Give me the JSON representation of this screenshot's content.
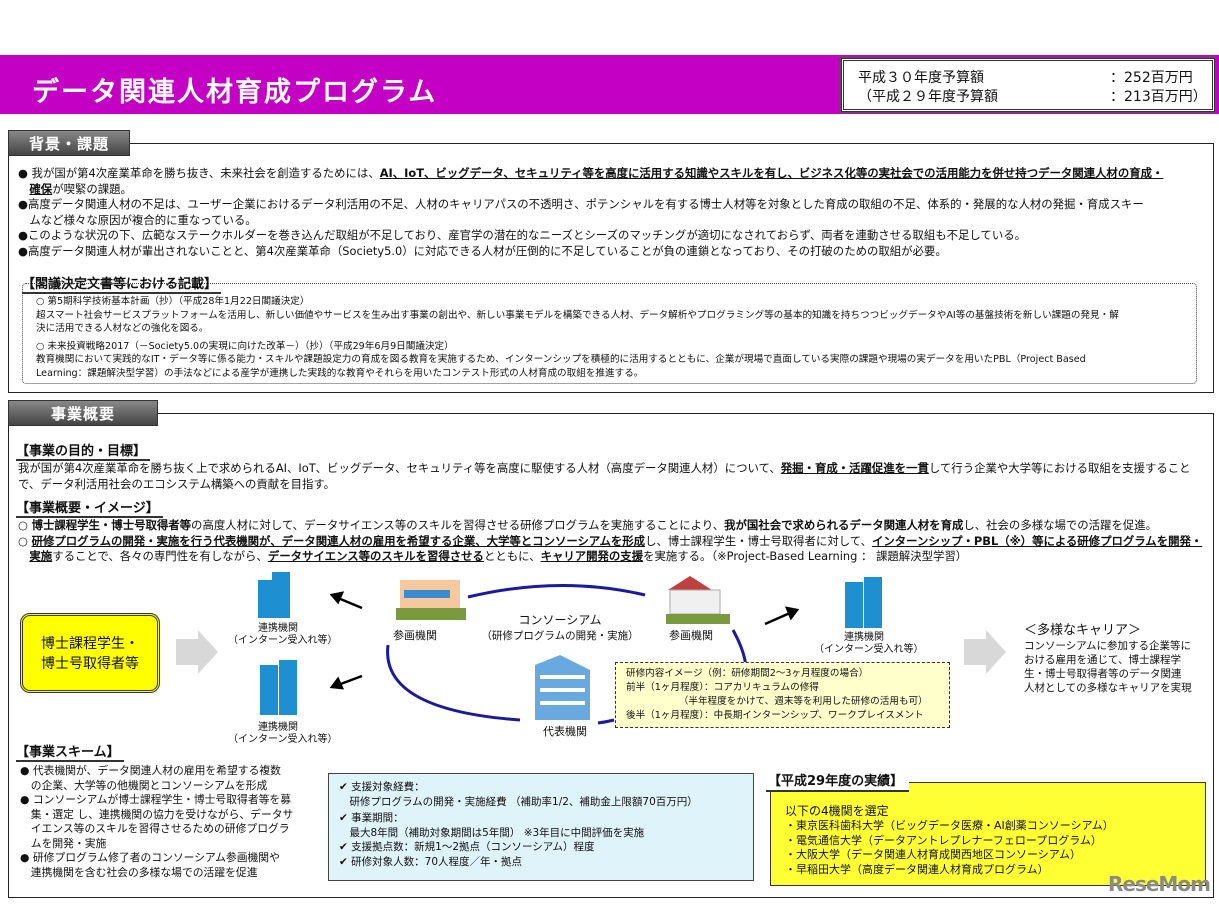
{
  "header": {
    "title": "データ関連人材育成プログラム",
    "budget": [
      {
        "label": "平成３０年度予算額",
        "value": "：252百万円"
      },
      {
        "label": "（平成２９年度予算額",
        "value": "：213百万円）"
      }
    ]
  },
  "background": {
    "tab": "背景・課題",
    "lines": [
      [
        {
          "t": "● 我が国が第4次産業革命を勝ち抜き、未来社会を創造するためには、"
        },
        {
          "t": "AI、IoT、ビッグデータ、セキュリティ等を高度に活用する知識やスキルを有し、ビジネス化等の実社会での活用能力を併せ持つデータ関連人材の育成・",
          "u": true
        }
      ],
      [
        {
          "t": "　"
        },
        {
          "t": "確保",
          "u": true
        },
        {
          "t": "が喫緊の課題。"
        }
      ],
      [
        {
          "t": "●高度データ関連人材の不足は、ユーザー企業におけるデータ利活用の不足、人材のキャリアパスの不透明さ、ポテンシャルを有する博士人材等を対象とした育成の取組の不足、体系的・発展的な人材の発掘・育成スキー"
        }
      ],
      [
        {
          "t": "　ムなど様々な原因が複合的に重なっている。"
        }
      ],
      [
        {
          "t": "●このような状況の下、広範なステークホルダーを巻き込んだ取組が不足しており、産官学の潜在的なニーズとシーズのマッチングが適切になされておらず、両者を連動させる取組も不足している。"
        }
      ],
      [
        {
          "t": "●高度データ関連人材が輩出されないことと、第4次産業革命（Society5.0）に対応できる人材が圧倒的に不足していることが負の連鎖となっており、その打破のための取組が必要。"
        }
      ]
    ],
    "cabinet_heading": "【閣議決定文書等における記載】",
    "cabinet_lines": [
      "○ 第5期科学技術基本計画（抄）（平成28年1月22日閣議決定）",
      "超スマート社会サービスプラットフォームを活用し、新しい価値やサービスを生み出す事業の創出や、新しい事業モデルを構築できる人材、データ解析やプログラミング等の基本的知識を持ちつつビッグデータやAI等の基盤技術を新しい課題の発見・解",
      "決に活用できる人材などの強化を図る。",
      "○ 未来投資戦略2017（－Society5.0の実現に向けた改革－）（抄）（平成29年6月9日閣議決定）",
      "教育機関において実践的なIT・データ等に係る能力・スキルや課題設定力の育成を図る教育を実施するため、インターンシップを積極的に活用するとともに、企業が現場で直面している実際の課題や現場の実データを用いたPBL（Project Based",
      "Learning：課題解決型学習）の手法などによる産学が連携した実践的な教育やそれらを用いたコンテスト形式の人材育成の取組を推進する。"
    ]
  },
  "overview": {
    "tab": "事業概要",
    "purpose_heading": "【事業の目的・目標】",
    "purpose_lines": [
      [
        {
          "t": "我が国が第4次産業革命を勝ち抜く上で求められるAI、IoT、ビッグデータ、セキュリティ等を高度に駆使する人材（高度データ関連人材）について、"
        },
        {
          "t": "発掘・育成・活躍促進を一貫",
          "u": true
        },
        {
          "t": "して行う企業や大学等における取組を支援すること"
        }
      ],
      [
        {
          "t": "で、データ利活用社会のエコシステム構築への貢献を目指す。"
        }
      ]
    ],
    "image_heading": "【事業概要・イメージ】",
    "image_lines": [
      [
        {
          "t": "○ "
        },
        {
          "t": "博士課程学生・博士号取得者等",
          "b": true
        },
        {
          "t": "の高度人材に対して、データサイエンス等のスキルを習得させる研修プログラムを実施することにより、"
        },
        {
          "t": "我が国社会で求められるデータ関連人材を育成",
          "b": true
        },
        {
          "t": "し、社会の多様な場での活躍を促進。"
        }
      ],
      [
        {
          "t": "○ "
        },
        {
          "t": "研修プログラムの開発・実施を行う代表機関が、データ関連人材の雇用を希望する企業、大学等とコンソーシアムを形成",
          "u": true
        },
        {
          "t": "し、博士課程学生・博士号取得者に対して、"
        },
        {
          "t": "インターンシップ・PBL（※）等による研修プログラムを開発・",
          "u": true
        }
      ],
      [
        {
          "t": "　"
        },
        {
          "t": "実施",
          "u": true
        },
        {
          "t": "することで、各々の専門性を有しながら、"
        },
        {
          "t": "データサイエンス等のスキルを習得させる",
          "u": true
        },
        {
          "t": "とともに、"
        },
        {
          "t": "キャリア開発の支援",
          "u": true
        },
        {
          "t": "を実施する。（※Project-Based Learning ： 課題解決型学習）"
        }
      ]
    ],
    "diagram": {
      "target": "博士課程学生・\n博士号取得者等",
      "partner_label": "連携機関",
      "partner_sub": "（インターン受入れ等）",
      "participant": "参画機関",
      "representative": "代表機関",
      "consortium": "コンソーシアム",
      "consortium_sub": "（研修プログラムの開発・実施）",
      "training_note": [
        "研修内容イメージ（例：研修期間2～3ヶ月程度の場合）",
        "前半（1ヶ月程度）：コアカリキュラムの修得",
        "　　　　　　（半年程度をかけて、週末等を利用した研修の活用も可）",
        "後半（1ヶ月程度）：中長期インターンシップ、ワークプレイスメント"
      ],
      "career_title": "＜多様なキャリア＞",
      "career_lines": [
        "コンソーシアムに参加する企業等に",
        "おける雇用を通じて、博士課程学",
        "生・博士号取得者等のデータ関連",
        "人材としての多様なキャリアを実現"
      ]
    },
    "scheme_heading": "【事業スキーム】",
    "scheme_lines": [
      "● 代表機関が、データ関連人材の雇用を希望する複数",
      "　の企業、大学等の他機関とコンソーシアムを形成",
      "● コンソーシアムが博士課程学生・博士号取得者等を募",
      "　集・選定 し、連携機関の協力を受けながら、データサ",
      "　イエンス等のスキルを習得させるための研修プログラ",
      "　ムを開発・実施",
      "● 研修プログラム修了者のコンソーシアム参画機関や",
      "　連携機関を含む社会の多様な場での活躍を促進"
    ],
    "support_lines": [
      "✔ 支援対象経費：",
      "　研修プログラムの開発・実施経費 （補助率1/2、補助金上限額70百万円）",
      "✔ 事業期間：",
      "　最大8年間（補助対象期間は5年間） ※3年目に中間評価を実施",
      "✔ 支援拠点数：新規1～2拠点（コンソーシアム）程度",
      "✔ 研修対象人数：70人程度／年・拠点"
    ],
    "results_heading": "【平成29年度の実績】",
    "results_lead": "以下の4機関を選定",
    "results": [
      "・東京医科歯科大学（ビッグデータ医療・AI創薬コンソーシアム）",
      "・電気通信大学（データアントレプレナーフェロープログラム）",
      "・大阪大学（データ関連人材育成関西地区コンソーシアム）",
      "・早稲田大学（高度データ関連人材育成プログラム）"
    ]
  },
  "watermark": "ReseMom",
  "colors": {
    "header": "#c400c4",
    "highlight": "#ffff00",
    "support_bg": "#dff3fb",
    "consortium_line": "#1a1aa0"
  }
}
